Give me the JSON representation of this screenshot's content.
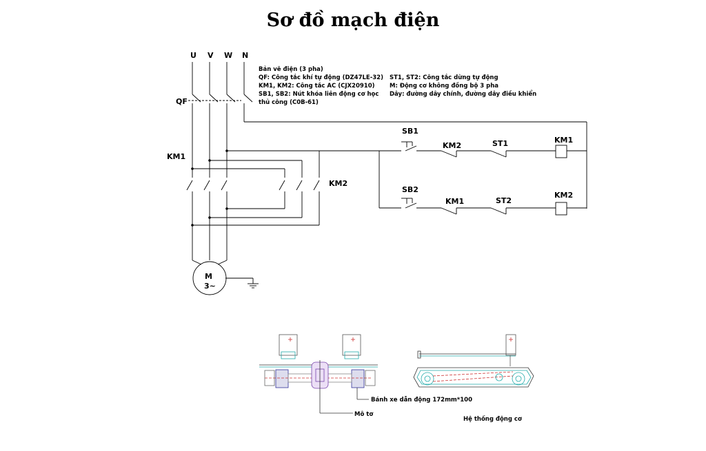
{
  "title": "Sơ đồ mạch điện",
  "power_lines": [
    "U",
    "V",
    "W",
    "N"
  ],
  "notes_left": [
    "Bản vẽ điện (3 pha)",
    "QF: Công tắc khí tự động (DZ47LE-32)",
    "KM1, KM2: Công tắc AC (CJX20910)",
    "SB1, SB2: Nút khóa liên động cơ học",
    "thủ công (C0B-61)"
  ],
  "notes_right": [
    "ST1, ST2: Công tắc dừng tự động",
    "M: Động cơ không đồng bộ 3 pha",
    "Dây: đường dây chính, đường dây điều khiển"
  ],
  "labels": {
    "qf": "QF",
    "km1_main": "KM1",
    "km2_main": "KM2",
    "motor_m": "M",
    "motor_phase": "3~",
    "sb1": "SB1",
    "sb2": "SB2",
    "row1_interlock": "KM2",
    "row1_stop": "ST1",
    "row1_coil": "KM1",
    "row2_interlock": "KM1",
    "row2_stop": "ST2",
    "row2_coil": "KM2"
  },
  "drawing_labels": {
    "wheel": "Bánh xe dẫn động 172mm*100",
    "motor": "Mô tơ",
    "system": "Hệ thống động cơ"
  }
}
